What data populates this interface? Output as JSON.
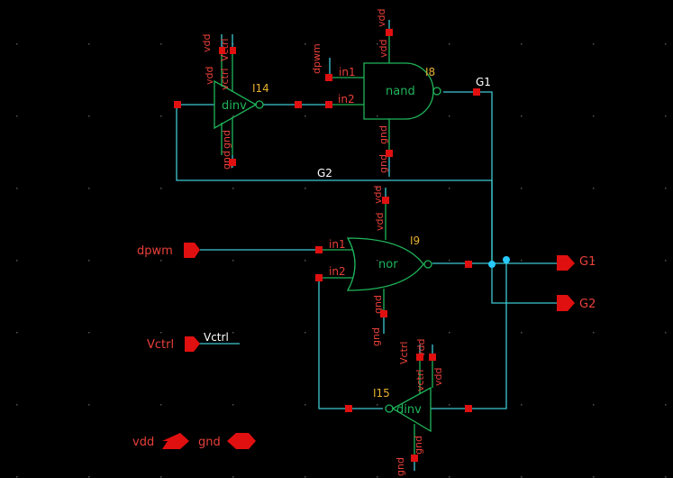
{
  "instances": {
    "inv_top": {
      "name": "I14",
      "cell": "dinv",
      "pins": {
        "in_pwr1": "vdd",
        "in_pwr2": "Vctrl",
        "left1": "vdd",
        "left2": "vctrl",
        "bot1": "gnd",
        "bot2": "gnd"
      }
    },
    "nand": {
      "name": "I8",
      "cell": "nand",
      "pins": {
        "in1": "in1",
        "in2": "in2",
        "vdd": "vdd",
        "gnd": "gnd",
        "ext_vdd": "vdd",
        "ext_gnd": "gnd",
        "ext_in": "dpwm"
      }
    },
    "nor": {
      "name": "I9",
      "cell": "nor",
      "pins": {
        "in1": "in1",
        "in2": "in2",
        "vdd": "vdd",
        "gnd": "gnd",
        "ext_vdd": "vdd",
        "ext_gnd": "gnd"
      }
    },
    "inv_bot": {
      "name": "I15",
      "cell": "dinv",
      "pins": {
        "top1": "vctrl",
        "top2": "vdd",
        "ext_top1": "Vctrl",
        "ext_top2": "vdd",
        "bot1": "gnd",
        "ext_bot1": "gnd"
      }
    }
  },
  "nets": {
    "g1": "G1",
    "g2": "G2",
    "vctrl": "Vctrl"
  },
  "ports": {
    "dpwm": "dpwm",
    "g1": "G1",
    "g2": "G2",
    "vctrl": "Vctrl",
    "vdd": "vdd",
    "gnd": "gnd"
  },
  "colors": {
    "background": "#000000",
    "wire": "#3ec8d2",
    "symbol": "#1fb55a",
    "pin": "#e01010",
    "label": "#e8403a",
    "instance": "#e8b030",
    "junction": "#27c9ff"
  }
}
